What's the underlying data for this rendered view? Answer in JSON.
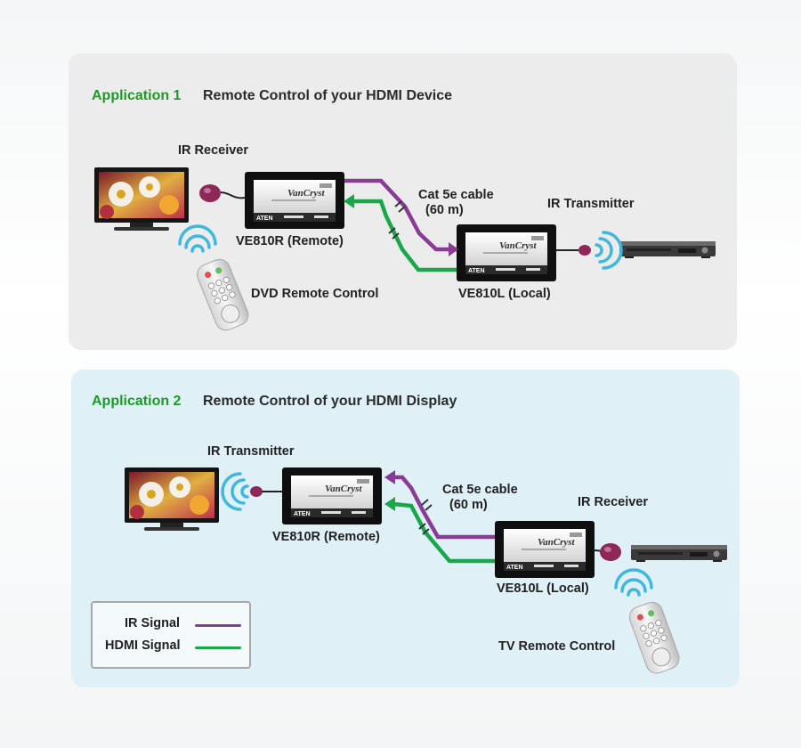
{
  "colors": {
    "ir": "#8a3b93",
    "hdmi": "#1aa64a",
    "app_label": "#1e9a28",
    "panel1_bg": "#ececec",
    "panel2_bg": "#dff0f7"
  },
  "app1": {
    "number": "Application 1",
    "title": "Remote Control of your HDMI Device",
    "ir_receiver": "IR Receiver",
    "remote_unit": "VE810R (Remote)",
    "cable_line1": "Cat 5e cable",
    "cable_line2": "(60 m)",
    "ir_transmitter": "IR Transmitter",
    "local_unit": "VE810L (Local)",
    "remote_control": "DVD Remote Control"
  },
  "app2": {
    "number": "Application 2",
    "title": "Remote Control of your HDMI Display",
    "ir_transmitter": "IR Transmitter",
    "remote_unit": "VE810R (Remote)",
    "cable_line1": "Cat 5e cable",
    "cable_line2": "(60 m)",
    "ir_receiver": "IR Receiver",
    "local_unit": "VE810L (Local)",
    "remote_control": "TV Remote Control"
  },
  "legend": {
    "ir_label": "IR Signal",
    "hdmi_label": "HDMI  Signal"
  },
  "device": {
    "brand": "ATEN",
    "logo": "VanCryst"
  },
  "icons": [
    "tv-icon",
    "ir-receiver-icon",
    "ir-transmitter-icon",
    "extender-box-icon",
    "dvd-player-icon",
    "remote-control-icon",
    "wireless-waves-icon"
  ]
}
